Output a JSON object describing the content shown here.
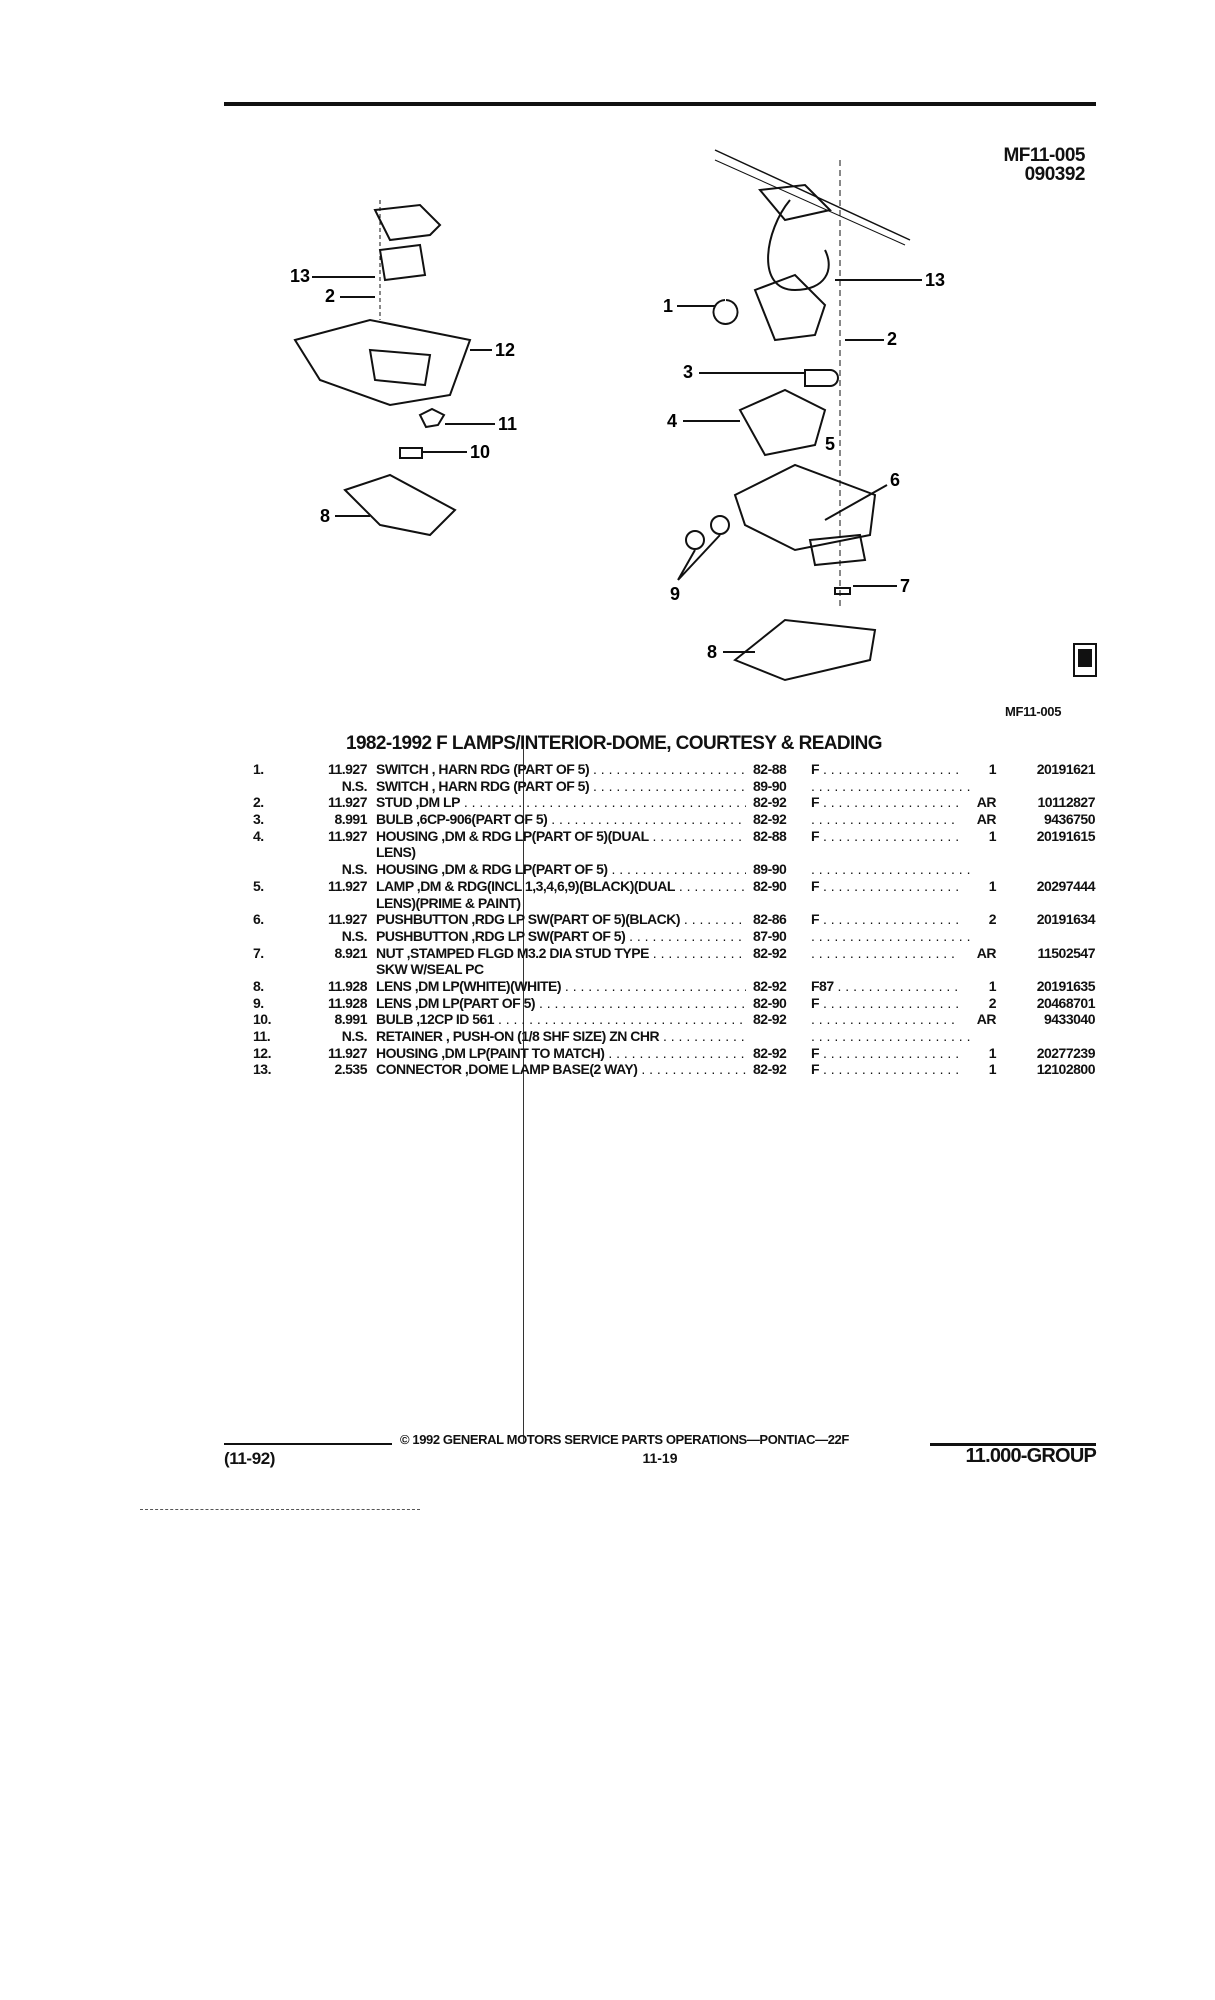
{
  "header": {
    "ref": "MF11-005",
    "date": "090392"
  },
  "figure_label": "MF11-005",
  "callouts_left": [
    "13",
    "2",
    "12",
    "11",
    "10",
    "8"
  ],
  "callouts_right": [
    "13",
    "1",
    "2",
    "3",
    "4",
    "5",
    "6",
    "9",
    "7",
    "8"
  ],
  "section_title": "1982-1992 F LAMPS/INTERIOR-DOME, COURTESY & READING",
  "rows": [
    {
      "num": "1.",
      "code": "11.927",
      "desc": "SWITCH , HARN RDG (PART OF 5)",
      "years": "82-88",
      "f": "F",
      "qty": "1",
      "part": "20191621"
    },
    {
      "num": "",
      "code": "N.S.",
      "desc": "SWITCH , HARN RDG (PART OF 5)",
      "years": "89-90",
      "f": "",
      "qty": "",
      "part": ""
    },
    {
      "num": "2.",
      "code": "11.927",
      "desc": "STUD ,DM LP",
      "years": "82-92",
      "f": "F",
      "qty": "AR",
      "part": "10112827"
    },
    {
      "num": "3.",
      "code": "8.991",
      "desc": "BULB ,6CP-906(PART OF 5)",
      "years": "82-92",
      "f": "",
      "qty": "AR",
      "part": "9436750"
    },
    {
      "num": "4.",
      "code": "11.927",
      "desc": "HOUSING ,DM & RDG LP(PART OF 5)(DUAL",
      "years": "82-88",
      "f": "F",
      "qty": "1",
      "part": "20191615"
    },
    {
      "num": "",
      "code": "",
      "desc": "LENS)",
      "cont": true
    },
    {
      "num": "",
      "code": "N.S.",
      "desc": "HOUSING ,DM & RDG LP(PART OF 5)",
      "years": "89-90",
      "f": "",
      "qty": "",
      "part": ""
    },
    {
      "num": "5.",
      "code": "11.927",
      "desc": "LAMP ,DM & RDG(INCL 1,3,4,6,9)(BLACK)(DUAL",
      "years": "82-90",
      "f": "F",
      "qty": "1",
      "part": "20297444"
    },
    {
      "num": "",
      "code": "",
      "desc": "LENS)(PRIME & PAINT)",
      "cont": true
    },
    {
      "num": "6.",
      "code": "11.927",
      "desc": "PUSHBUTTON ,RDG LP SW(PART OF 5)(BLACK)",
      "years": "82-86",
      "f": "F",
      "qty": "2",
      "part": "20191634"
    },
    {
      "num": "",
      "code": "N.S.",
      "desc": "PUSHBUTTON ,RDG LP SW(PART OF 5)",
      "years": "87-90",
      "f": "",
      "qty": "",
      "part": ""
    },
    {
      "num": "7.",
      "code": "8.921",
      "desc": "NUT ,STAMPED FLGD M3.2 DIA STUD TYPE",
      "years": "82-92",
      "f": "",
      "qty": "AR",
      "part": "11502547"
    },
    {
      "num": "",
      "code": "",
      "desc": "SKW W/SEAL PC",
      "cont": true
    },
    {
      "num": "8.",
      "code": "11.928",
      "desc": "LENS ,DM LP(WHITE)(WHITE)",
      "years": "82-92",
      "f": "F87",
      "qty": "1",
      "part": "20191635"
    },
    {
      "num": "9.",
      "code": "11.928",
      "desc": "LENS ,DM LP(PART OF 5)",
      "years": "82-90",
      "f": "F",
      "qty": "2",
      "part": "20468701"
    },
    {
      "num": "10.",
      "code": "8.991",
      "desc": "BULB ,12CP ID 561",
      "years": "82-92",
      "f": "",
      "qty": "AR",
      "part": "9433040"
    },
    {
      "num": "11.",
      "code": "N.S.",
      "desc": "RETAINER , PUSH-ON (1/8 SHF SIZE) ZN CHR",
      "years": "",
      "f": "",
      "qty": "",
      "part": ""
    },
    {
      "num": "12.",
      "code": "11.927",
      "desc": "HOUSING ,DM LP(PAINT TO MATCH)",
      "years": "82-92",
      "f": "F",
      "qty": "1",
      "part": "20277239"
    },
    {
      "num": "13.",
      "code": "2.535",
      "desc": "CONNECTOR ,DOME LAMP BASE(2 WAY)",
      "years": "82-92",
      "f": "F",
      "qty": "1",
      "part": "12102800"
    }
  ],
  "footer": {
    "copyright": "© 1992  GENERAL MOTORS SERVICE PARTS OPERATIONS—PONTIAC—22F",
    "date": "(11-92)",
    "page": "11-19",
    "group": "11.000-GROUP"
  }
}
